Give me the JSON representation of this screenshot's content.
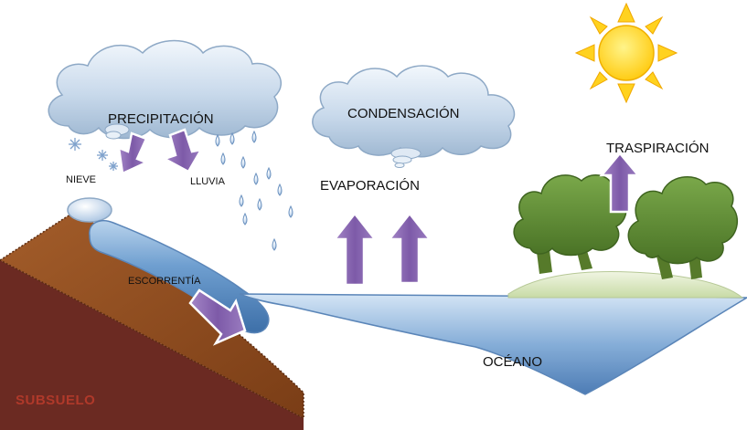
{
  "labels": {
    "precipitation": "PRECIPITACIÓN",
    "condensation": "CONDENSACIÓN",
    "snow": "NIEVE",
    "rain": "LLUVIA",
    "evaporation": "EVAPORACIÓN",
    "transpiration": "TRASPIRACIÓN",
    "runoff": "ESCORRENTÍA",
    "ocean": "OCÉANO",
    "subsoil": "SUBSUELO"
  },
  "colors": {
    "arrow": "#8a6bb0",
    "cloud": "#c9d9ea",
    "sun": "#ffd21f",
    "water": "#6f9fd0",
    "soil": "#8b4a1e",
    "subsoil": "#6b2a22",
    "tree": "#5e8a32",
    "island": "#dde8c4",
    "subsoil_text": "#b0392a"
  },
  "icons": [
    "sun-icon",
    "cloud-icon",
    "raindrop-icon",
    "snowflake-icon",
    "tree-icon",
    "up-arrow-icon",
    "down-arrow-icon"
  ]
}
